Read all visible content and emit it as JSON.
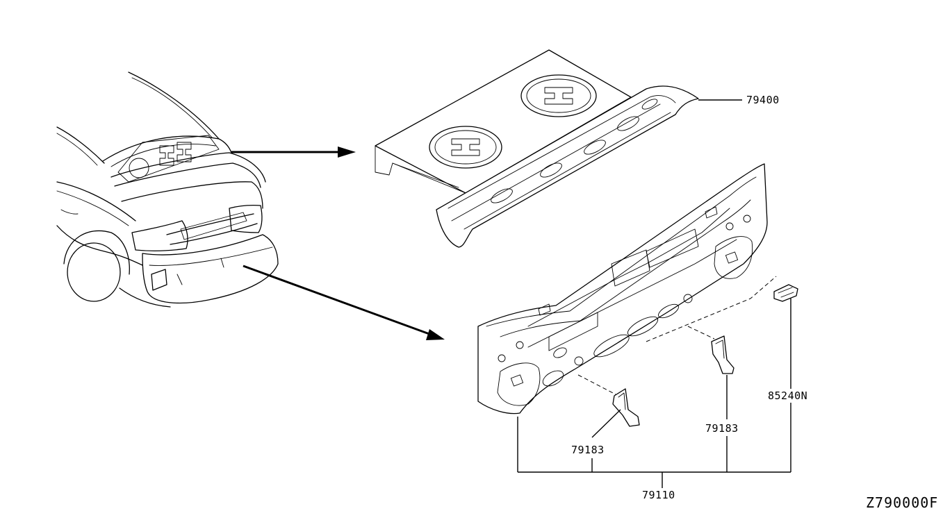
{
  "diagram_code": "Z790000F",
  "parts": {
    "parcel_shelf": "79400",
    "rear_panel": "79110",
    "bracket_left": "79183",
    "bracket_right": "79183",
    "clip": "85240N"
  }
}
